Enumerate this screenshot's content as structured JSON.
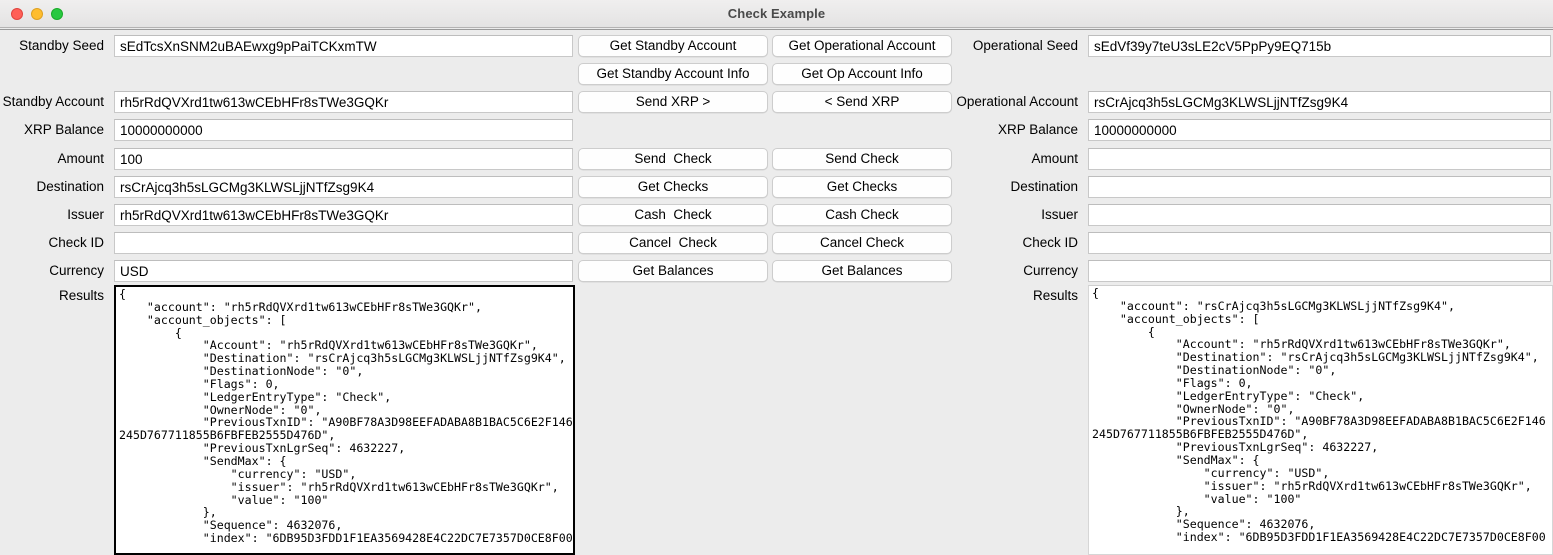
{
  "window": {
    "title": "Check Example",
    "controls": [
      "close",
      "minimize",
      "maximize"
    ]
  },
  "standby": {
    "labels": {
      "seed": "Standby Seed",
      "account": "Standby Account",
      "xrp_balance": "XRP Balance",
      "amount": "Amount",
      "destination": "Destination",
      "issuer": "Issuer",
      "check_id": "Check ID",
      "currency": "Currency",
      "results": "Results"
    },
    "values": {
      "seed": "sEdTcsXnSNM2uBAEwxg9pPaiTCKxmTW",
      "account": "rh5rRdQVXrd1tw613wCEbHFr8sTWe3GQKr",
      "xrp_balance": "10000000000",
      "amount": "100",
      "destination": "rsCrAjcq3h5sLGCMg3KLWSLjjNTfZsg9K4",
      "issuer": "rh5rRdQVXrd1tw613wCEbHFr8sTWe3GQKr",
      "check_id": "",
      "currency": "USD",
      "results": "{\n    \"account\": \"rh5rRdQVXrd1tw613wCEbHFr8sTWe3GQKr\",\n    \"account_objects\": [\n        {\n            \"Account\": \"rh5rRdQVXrd1tw613wCEbHFr8sTWe3GQKr\",\n            \"Destination\": \"rsCrAjcq3h5sLGCMg3KLWSLjjNTfZsg9K4\",\n            \"DestinationNode\": \"0\",\n            \"Flags\": 0,\n            \"LedgerEntryType\": \"Check\",\n            \"OwnerNode\": \"0\",\n            \"PreviousTxnID\": \"A90BF78A3D98EEFADABA8B1BAC5C6E2F146\n245D767711855B6FBFEB2555D476D\",\n            \"PreviousTxnLgrSeq\": 4632227,\n            \"SendMax\": {\n                \"currency\": \"USD\",\n                \"issuer\": \"rh5rRdQVXrd1tw613wCEbHFr8sTWe3GQKr\",\n                \"value\": \"100\"\n            },\n            \"Sequence\": 4632076,\n            \"index\": \"6DB95D3FDD1F1EA3569428E4C22DC7E7357D0CE8F00"
    },
    "results_focused": true
  },
  "operational": {
    "labels": {
      "seed": "Operational Seed",
      "account": "Operational Account",
      "xrp_balance": "XRP Balance",
      "amount": "Amount",
      "destination": "Destination",
      "issuer": "Issuer",
      "check_id": "Check ID",
      "currency": "Currency",
      "results": "Results"
    },
    "values": {
      "seed": "sEdVf39y7teU3sLE2cV5PpPy9EQ715b",
      "account": "rsCrAjcq3h5sLGCMg3KLWSLjjNTfZsg9K4",
      "xrp_balance": "10000000000",
      "amount": "",
      "destination": "",
      "issuer": "",
      "check_id": "",
      "currency": "",
      "results": "{\n    \"account\": \"rsCrAjcq3h5sLGCMg3KLWSLjjNTfZsg9K4\",\n    \"account_objects\": [\n        {\n            \"Account\": \"rh5rRdQVXrd1tw613wCEbHFr8sTWe3GQKr\",\n            \"Destination\": \"rsCrAjcq3h5sLGCMg3KLWSLjjNTfZsg9K4\",\n            \"DestinationNode\": \"0\",\n            \"Flags\": 0,\n            \"LedgerEntryType\": \"Check\",\n            \"OwnerNode\": \"0\",\n            \"PreviousTxnID\": \"A90BF78A3D98EEFADABA8B1BAC5C6E2F146\n245D767711855B6FBFEB2555D476D\",\n            \"PreviousTxnLgrSeq\": 4632227,\n            \"SendMax\": {\n                \"currency\": \"USD\",\n                \"issuer\": \"rh5rRdQVXrd1tw613wCEbHFr8sTWe3GQKr\",\n                \"value\": \"100\"\n            },\n            \"Sequence\": 4632076,\n            \"index\": \"6DB95D3FDD1F1EA3569428E4C22DC7E7357D0CE8F00"
    },
    "results_focused": false
  },
  "buttons": {
    "standby": {
      "get_account": "Get Standby Account",
      "get_account_info": "Get Standby Account Info",
      "send_xrp": "Send XRP >",
      "send_check": "Send  Check",
      "get_checks": "Get Checks",
      "cash_check": "Cash  Check",
      "cancel_check": "Cancel  Check",
      "get_balances": "Get Balances"
    },
    "operational": {
      "get_account": "Get Operational Account",
      "get_account_info": "Get Op Account Info",
      "send_xrp": "< Send XRP",
      "send_check": "Send Check",
      "get_checks": "Get Checks",
      "cash_check": "Cash Check",
      "cancel_check": "Cancel Check",
      "get_balances": "Get Balances"
    }
  },
  "colors": {
    "window_bg": "#ececec",
    "field_bg": "#ffffff",
    "button_bg": "#fefefe",
    "close": "#ff5f57",
    "minimize": "#ffbd2e",
    "maximize": "#28c840"
  }
}
